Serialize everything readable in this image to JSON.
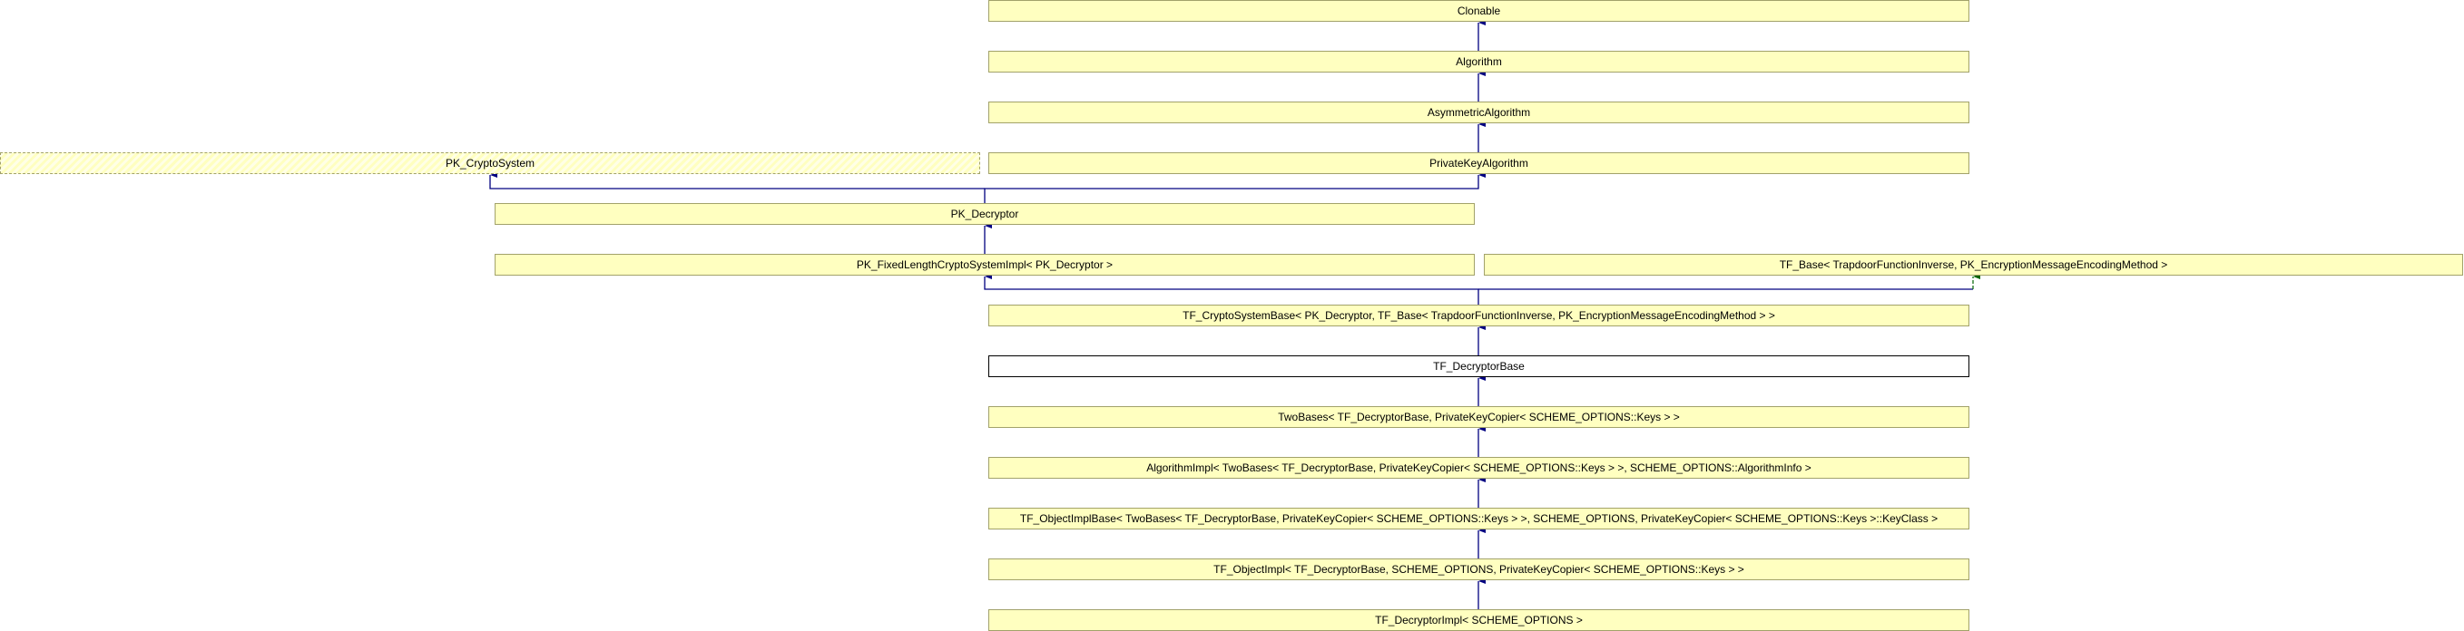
{
  "nodes": {
    "clonable": "Clonable",
    "algorithm": "Algorithm",
    "asymmetric_algorithm": "AsymmetricAlgorithm",
    "pk_cryptosystem": "PK_CryptoSystem",
    "private_key_algorithm": "PrivateKeyAlgorithm",
    "pk_decryptor": "PK_Decryptor",
    "pk_fixed_length": "PK_FixedLengthCryptoSystemImpl< PK_Decryptor >",
    "tf_base": "TF_Base< TrapdoorFunctionInverse, PK_EncryptionMessageEncodingMethod >",
    "tf_cryptosystem_base": "TF_CryptoSystemBase< PK_Decryptor, TF_Base< TrapdoorFunctionInverse, PK_EncryptionMessageEncodingMethod > >",
    "tf_decryptor_base": "TF_DecryptorBase",
    "two_bases": "TwoBases< TF_DecryptorBase, PrivateKeyCopier< SCHEME_OPTIONS::Keys > >",
    "algorithm_impl": "AlgorithmImpl< TwoBases< TF_DecryptorBase, PrivateKeyCopier< SCHEME_OPTIONS::Keys > >, SCHEME_OPTIONS::AlgorithmInfo >",
    "tf_object_impl_base": "TF_ObjectImplBase< TwoBases< TF_DecryptorBase, PrivateKeyCopier< SCHEME_OPTIONS::Keys > >, SCHEME_OPTIONS, PrivateKeyCopier< SCHEME_OPTIONS::Keys >::KeyClass >",
    "tf_object_impl": "TF_ObjectImpl< TF_DecryptorBase, SCHEME_OPTIONS, PrivateKeyCopier< SCHEME_OPTIONS::Keys > >",
    "tf_decryptor_impl": "TF_DecryptorImpl< SCHEME_OPTIONS >"
  },
  "colors": {
    "node_fill": "#ffffc0",
    "node_border": "#a2a26a",
    "edge_public": "#000080",
    "edge_template": "#006400"
  }
}
